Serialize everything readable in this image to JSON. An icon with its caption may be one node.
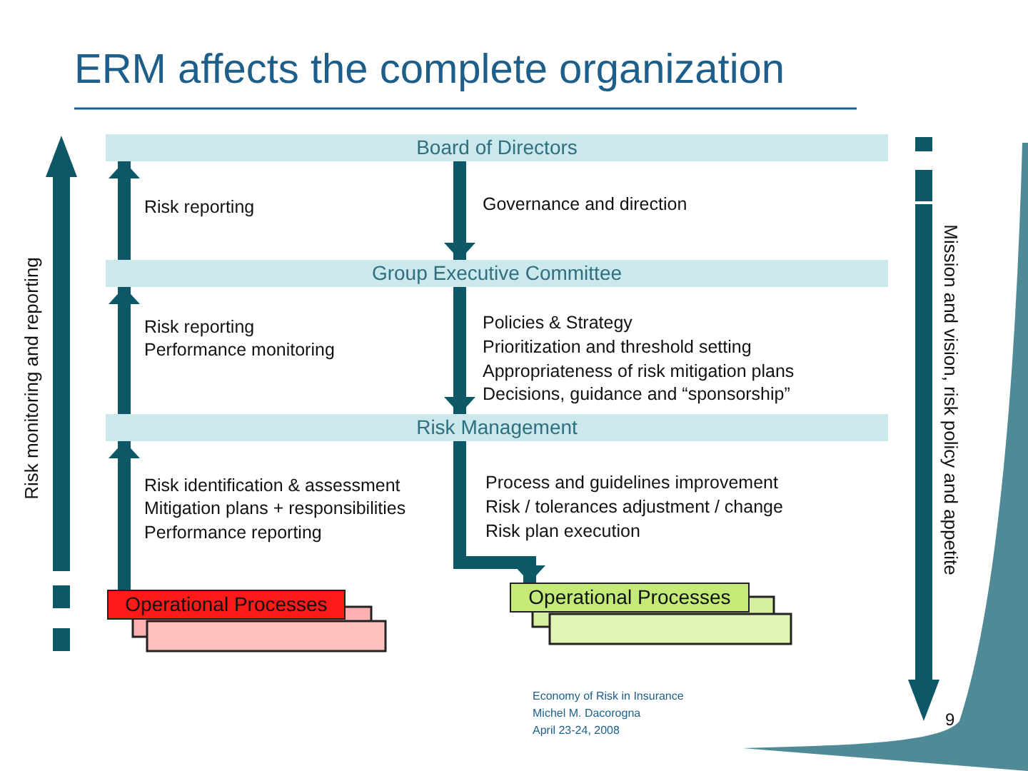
{
  "diagram": {
    "title": "ERM affects the complete organization",
    "nodes": [
      {
        "text": [
          "Board of Directors"
        ]
      },
      {
        "text": [
          "Group Executive Committee"
        ]
      },
      {
        "text": [
          "Risk Management"
        ]
      },
      {
        "text": [
          "Operational Processes"
        ]
      },
      {
        "text": [
          "Operational Processes"
        ]
      },
      {
        "text": [],
        "shape": "box"
      },
      {
        "text": [],
        "shape": "box"
      },
      {
        "text": [],
        "shape": "box"
      },
      {
        "text": [],
        "shape": "box"
      }
    ],
    "edges": [
      {
        "from": 1,
        "to": 0,
        "arrow": "to"
      },
      {
        "from": 0,
        "to": 1,
        "arrow": "to"
      },
      {
        "from": 2,
        "to": 1,
        "arrow": "to"
      },
      {
        "from": 1,
        "to": 2,
        "arrow": "to"
      },
      {
        "from": 3,
        "to": 2,
        "arrow": "to"
      },
      {
        "from": 2,
        "to": 4,
        "arrow": "to"
      }
    ],
    "labels": [
      "Risk reporting",
      "Governance and direction",
      "Risk reporting",
      "Performance monitoring",
      "Policies & Strategy",
      "Prioritization and threshold setting",
      "Appropriateness of risk mitigation plans",
      "Decisions, guidance and “sponsorship”",
      "Risk identification & assessment",
      "Mitigation plans + responsibilities",
      "Performance reporting",
      "Process and guidelines improvement",
      "Risk / tolerances adjustment / change",
      "Risk plan execution",
      "Risk monitoring and reporting",
      "Mission and vision,  risk policy and appetite",
      "Economy of Risk in Insurance",
      "Michel M. Dacorogna",
      "April 23-24, 2008",
      "9"
    ]
  }
}
